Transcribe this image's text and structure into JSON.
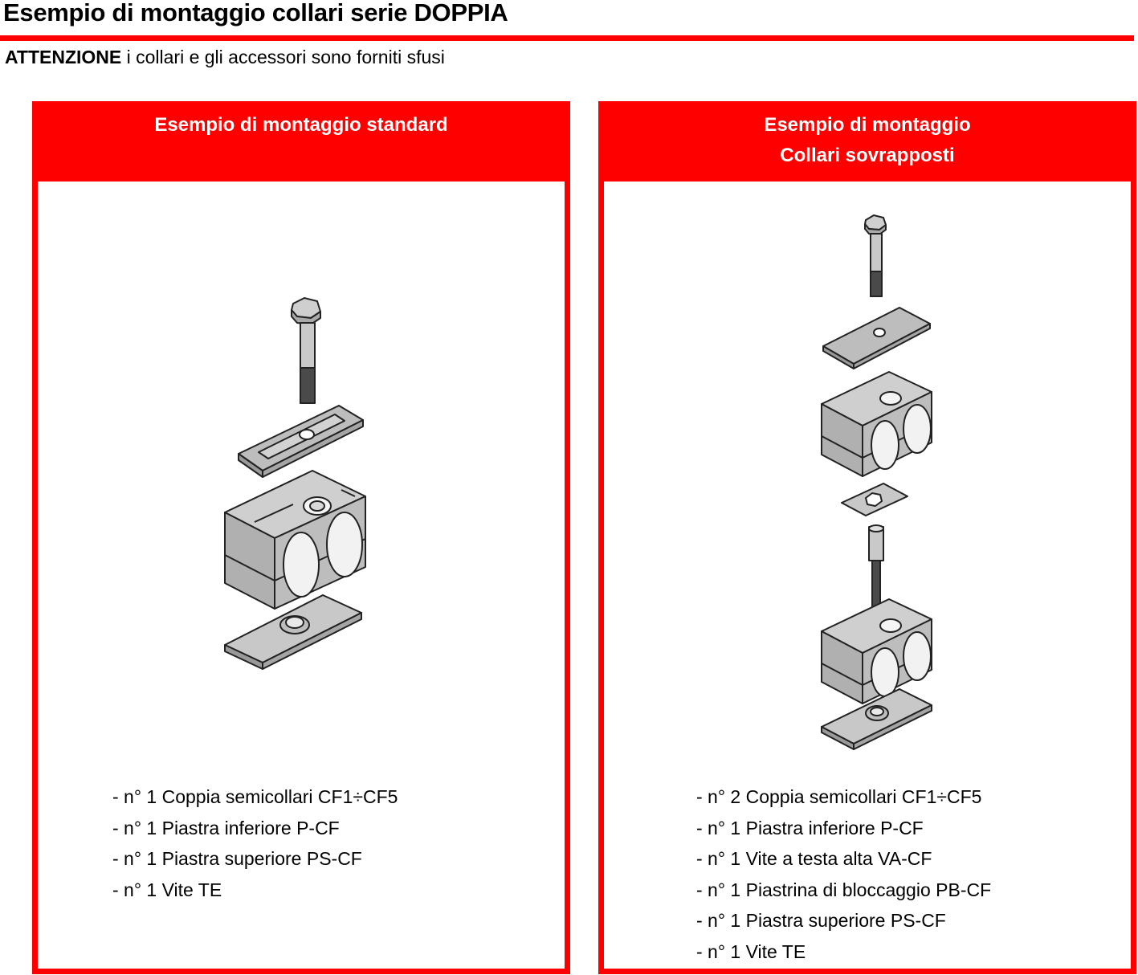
{
  "title": "Esempio di montaggio collari serie DOPPIA",
  "notice": {
    "strong": "ATTENZIONE",
    "text": " i collari e gli accessori sono forniti sfusi"
  },
  "panels": [
    {
      "header_lines": [
        "Esempio di montaggio standard"
      ],
      "parts": [
        "- n° 1 Coppia semicollari CF1÷CF5",
        "- n° 1 Piastra inferiore P-CF",
        "- n° 1 Piastra superiore PS-CF",
        "- n° 1 Vite TE"
      ]
    },
    {
      "header_lines": [
        "Esempio di montaggio",
        "Collari sovrapposti"
      ],
      "parts": [
        "- n° 2 Coppia semicollari CF1÷CF5",
        "- n° 1 Piastra inferiore P-CF",
        "- n° 1 Vite a testa alta VA-CF",
        "- n° 1 Piastrina di bloccaggio PB-CF",
        "- n° 1 Piastra superiore PS-CF",
        "- n° 1 Vite TE"
      ]
    }
  ],
  "colors": {
    "accent": "#ff0000",
    "part_fill": "#c8c8c8",
    "part_stroke": "#222222"
  }
}
